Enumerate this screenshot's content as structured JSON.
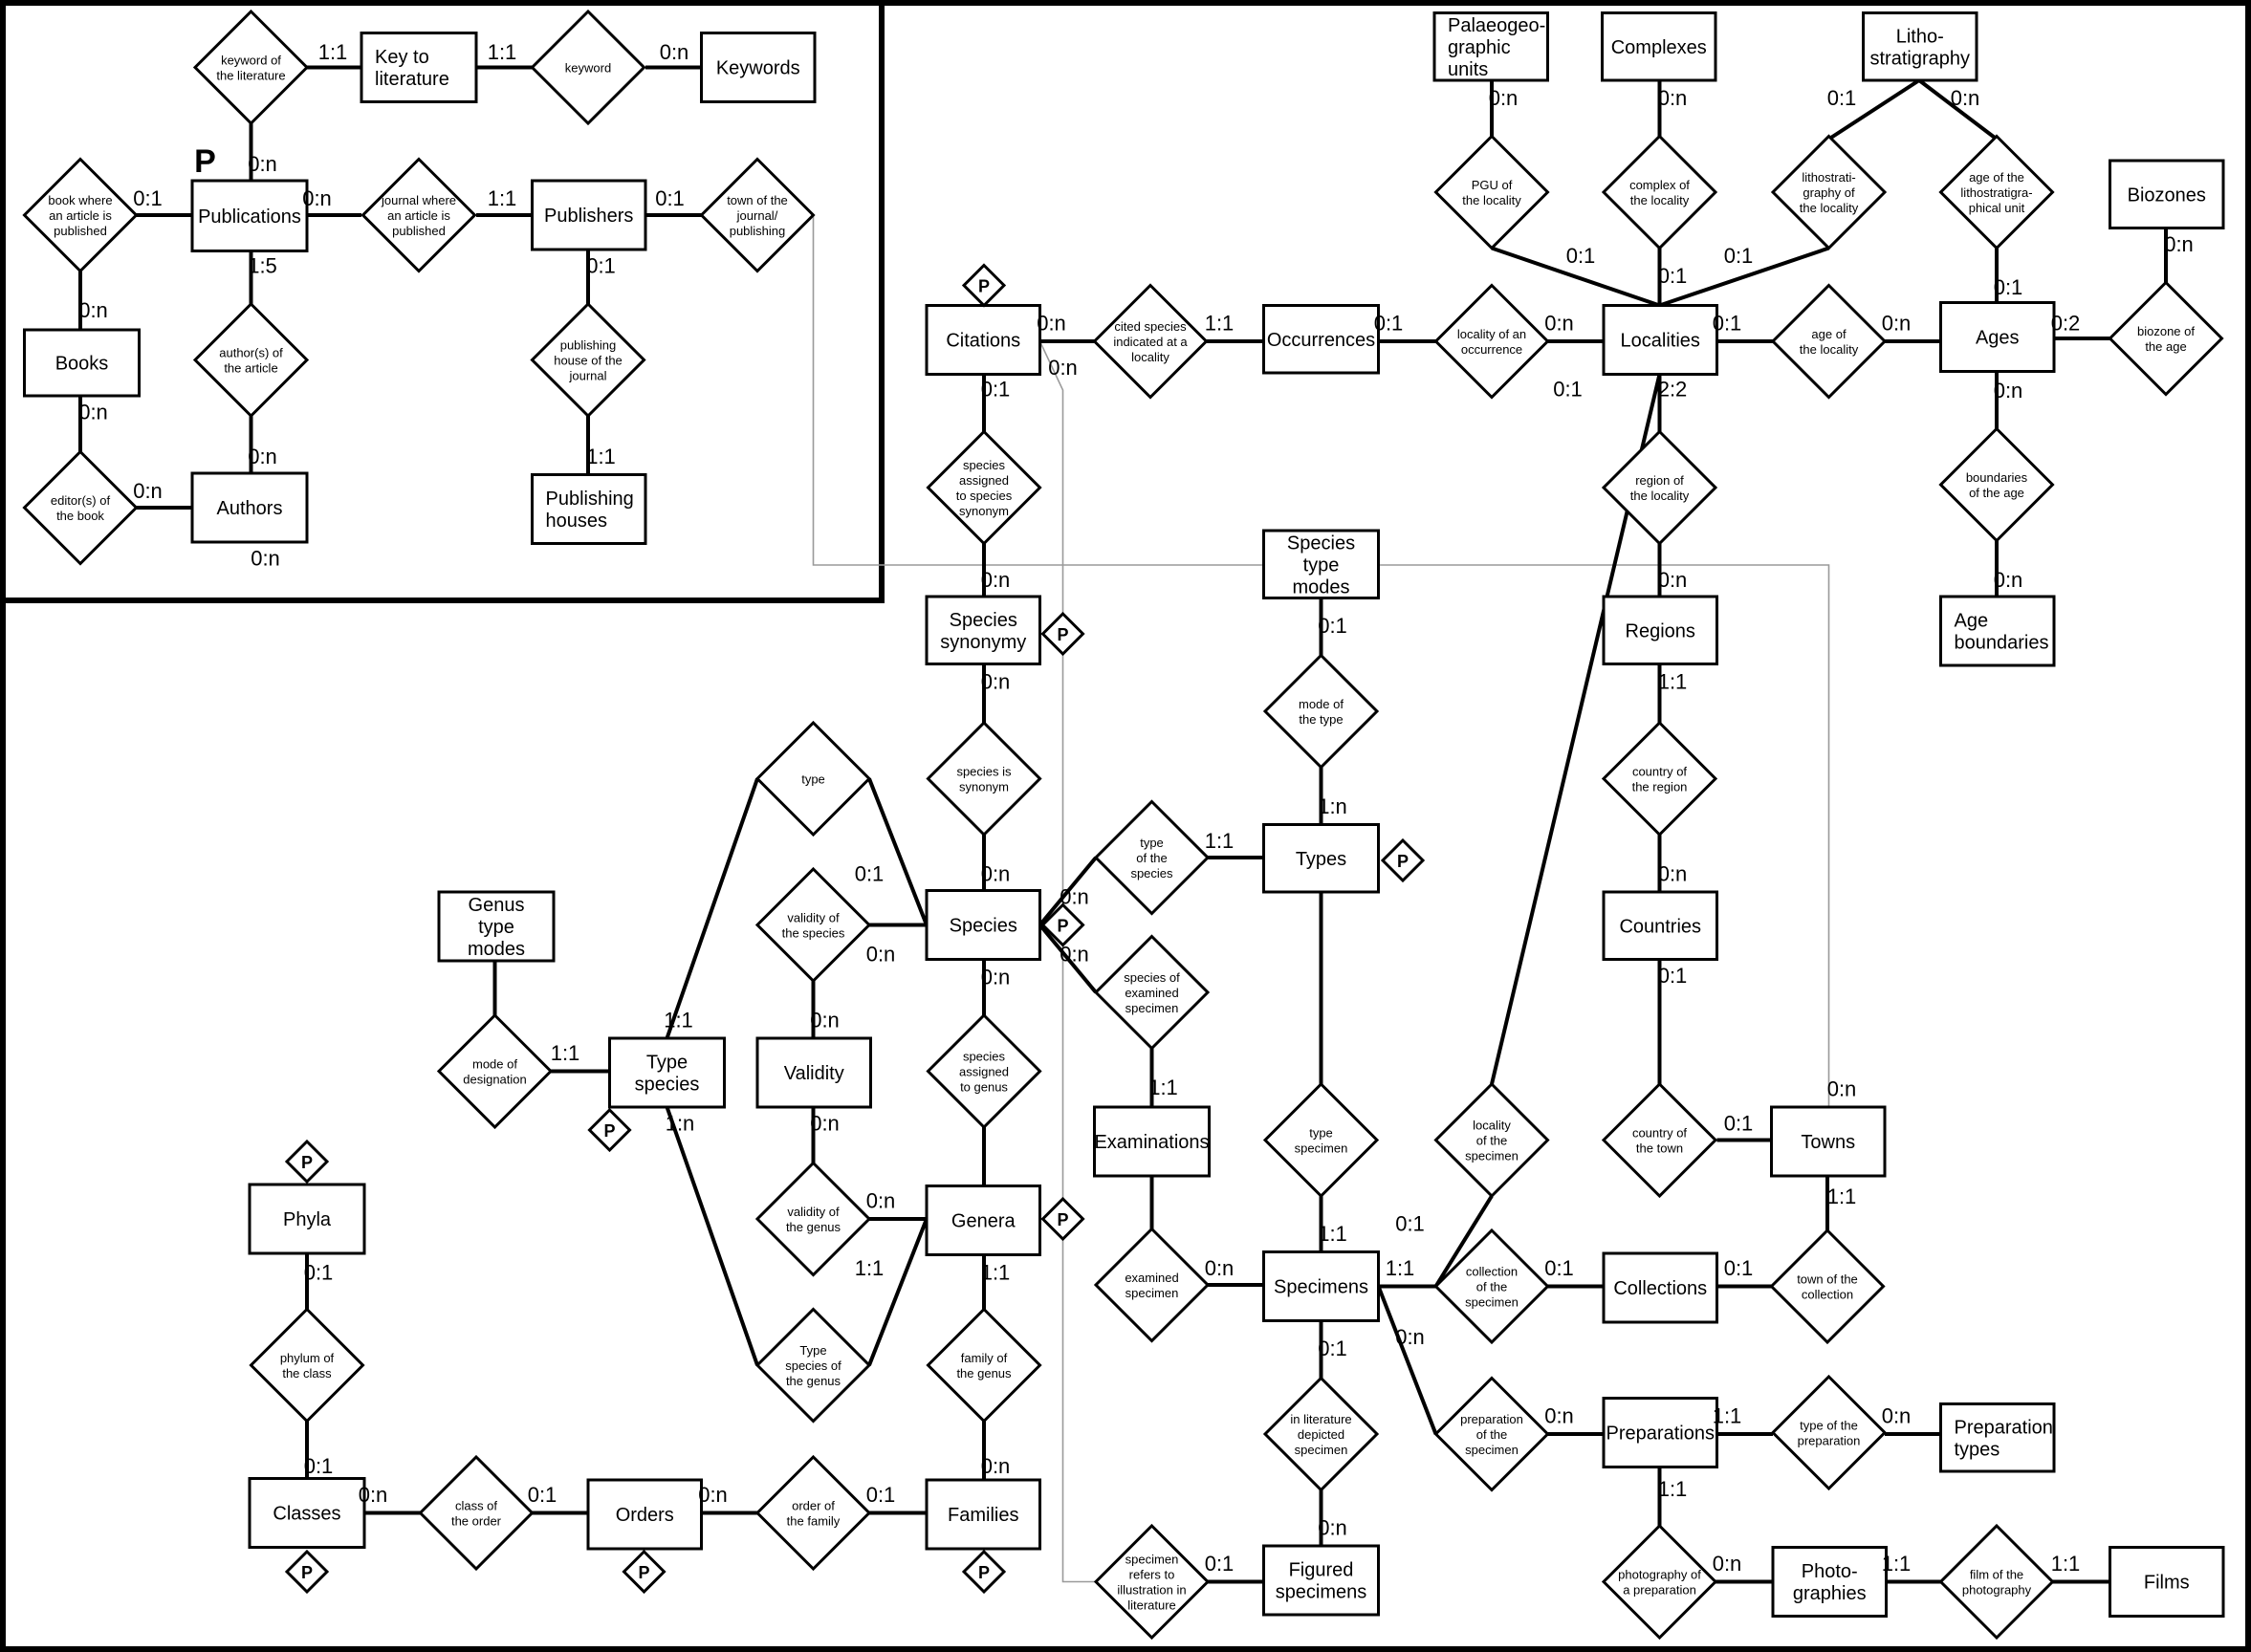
{
  "entities": {
    "key_literature": [
      "Key to",
      "literature"
    ],
    "keywords": [
      "Keywords"
    ],
    "publications": [
      "Publications"
    ],
    "publishers": [
      "Publishers"
    ],
    "books": [
      "Books"
    ],
    "authors": [
      "Authors"
    ],
    "publishing_houses": [
      "Publishing",
      "houses"
    ],
    "palaeogeo": [
      "Palaeogeo-",
      "graphic",
      "units"
    ],
    "complexes": [
      "Complexes"
    ],
    "lithostrat": [
      "Litho-",
      "stratigraphy"
    ],
    "biozones": [
      "Biozones"
    ],
    "citations": [
      "Citations"
    ],
    "occurrences": [
      "Occurrences"
    ],
    "localities": [
      "Localities"
    ],
    "ages": [
      "Ages"
    ],
    "age_boundaries": [
      "Age",
      "boundaries"
    ],
    "regions": [
      "Regions"
    ],
    "species_type_modes": [
      "Species",
      "type",
      "modes"
    ],
    "species_synonymy": [
      "Species",
      "synonymy"
    ],
    "species": [
      "Species"
    ],
    "types": [
      "Types"
    ],
    "countries": [
      "Countries"
    ],
    "genus_type_modes": [
      "Genus",
      "type",
      "modes"
    ],
    "type_species": [
      "Type",
      "species"
    ],
    "validity": [
      "Validity"
    ],
    "examinations": [
      "Examinations"
    ],
    "towns": [
      "Towns"
    ],
    "phyla": [
      "Phyla"
    ],
    "genera": [
      "Genera"
    ],
    "specimens": [
      "Specimens"
    ],
    "collections": [
      "Collections"
    ],
    "preparations": [
      "Preparations"
    ],
    "preparation_types": [
      "Preparation",
      "types"
    ],
    "classes": [
      "Classes"
    ],
    "orders": [
      "Orders"
    ],
    "families": [
      "Families"
    ],
    "figured_specimens": [
      "Figured",
      "specimens"
    ],
    "photographies": [
      "Photo-",
      "graphies"
    ],
    "films": [
      "Films"
    ]
  },
  "relationships": {
    "keyword_lit": [
      "keyword of",
      "the literature"
    ],
    "keyword": [
      "keyword"
    ],
    "book_article": [
      "book where",
      "an article is",
      "published"
    ],
    "journal_article": [
      "journal where",
      "an article is",
      "published"
    ],
    "town_journal": [
      "town of the",
      "journal/",
      "publishing"
    ],
    "authors_article": [
      "author(s) of",
      "the article"
    ],
    "publishing_house_journal": [
      "publishing",
      "house of the",
      "journal"
    ],
    "editors_book": [
      "editor(s) of",
      "the book"
    ],
    "pgu_locality": [
      "PGU of",
      "the locality"
    ],
    "complex_locality": [
      "complex of",
      "the locality"
    ],
    "lithostrat_locality": [
      "lithostrati-",
      "graphy of",
      "the locality"
    ],
    "age_lithostrat": [
      "age of the",
      "lithostratigra-",
      "phical unit"
    ],
    "cited_species": [
      "cited species",
      "indicated at a",
      "locality"
    ],
    "locality_occurrence": [
      "locality of an",
      "occurrence"
    ],
    "age_locality": [
      "age of",
      "the locality"
    ],
    "biozone_age": [
      "biozone of",
      "the age"
    ],
    "species_synonym_assigned": [
      "species",
      "assigned",
      "to species",
      "synonym"
    ],
    "region_locality": [
      "region of",
      "the locality"
    ],
    "boundaries_age": [
      "boundaries",
      "of the age"
    ],
    "mode_type": [
      "mode of",
      "the type"
    ],
    "species_is_synonym": [
      "species is",
      "synonym"
    ],
    "type_rel": [
      "type"
    ],
    "country_region": [
      "country of",
      "the region"
    ],
    "type_of_species": [
      "type",
      "of the",
      "species"
    ],
    "validity_species": [
      "validity of",
      "the species"
    ],
    "species_examined": [
      "species of",
      "examined",
      "specimen"
    ],
    "mode_designation": [
      "mode of",
      "designation"
    ],
    "species_genus": [
      "species",
      "assigned",
      "to genus"
    ],
    "type_specimen": [
      "type",
      "specimen"
    ],
    "locality_specimen": [
      "locality",
      "of the",
      "specimen"
    ],
    "country_town": [
      "country of",
      "the town"
    ],
    "validity_genus": [
      "validity of",
      "the genus"
    ],
    "examined_specimen": [
      "examined",
      "specimen"
    ],
    "collection_specimen": [
      "collection",
      "of the",
      "specimen"
    ],
    "town_collection": [
      "town of the",
      "collection"
    ],
    "phylum_class": [
      "phylum of",
      "the class"
    ],
    "type_species_genus": [
      "Type",
      "species of",
      "the genus"
    ],
    "family_genus": [
      "family of",
      "the genus"
    ],
    "depicted_specimen": [
      "in literature",
      "depicted",
      "specimen"
    ],
    "preparation_specimen": [
      "preparation",
      "of the",
      "specimen"
    ],
    "type_preparation": [
      "type of the",
      "preparation"
    ],
    "class_order": [
      "class of",
      "the order"
    ],
    "order_family": [
      "order of",
      "the family"
    ],
    "specimen_illustration": [
      "specimen",
      "refers to",
      "illustration in",
      "literature"
    ],
    "photo_preparation": [
      "photography of",
      "a preparation"
    ],
    "film_photo": [
      "film of the",
      "photography"
    ]
  },
  "cardinalities": [
    "1:1",
    "1:1",
    "0:n",
    "0:n",
    "0:1",
    "0:n",
    "1:1",
    "0:1",
    "0:1",
    "1:5",
    "0:n",
    "0:n",
    "0:n",
    "0:n",
    "0:n",
    "1:1",
    "0:n",
    "0:n",
    "0:1",
    "0:n",
    "0:1",
    "0:1",
    "0:1",
    "0:1",
    "0:n",
    "0:n",
    "1:1",
    "0:1",
    "0:n",
    "0:1",
    "0:n",
    "0:2",
    "0:1",
    "0:n",
    "0:1",
    "2:2",
    "0:n",
    "0:n",
    "0:n",
    "0:n",
    "0:1",
    "0:n",
    "1:1",
    "1:n",
    "1:1",
    "0:n",
    "0:1",
    "0:n",
    "0:n",
    "0:n",
    "0:n",
    "0:n",
    "0:n",
    "1:1",
    "0:1",
    "1:1",
    "1:n",
    "1:1",
    "0:n",
    "0:1",
    "0:n",
    "0:n",
    "1:1",
    "1:1",
    "1:1",
    "1:1",
    "0:n",
    "0:1",
    "1:1",
    "0:1",
    "0:1",
    "0:n",
    "0:1",
    "0:1",
    "0:n",
    "1:1",
    "0:n",
    "1:1",
    "0:1",
    "0:n",
    "0:n",
    "0:1",
    "0:n",
    "0:1",
    "0:n",
    "0:1",
    "0:n",
    "1:1",
    "1:1",
    "1:1",
    "1:1",
    "0:n"
  ],
  "primary_marker": "P",
  "key_marker": "P"
}
